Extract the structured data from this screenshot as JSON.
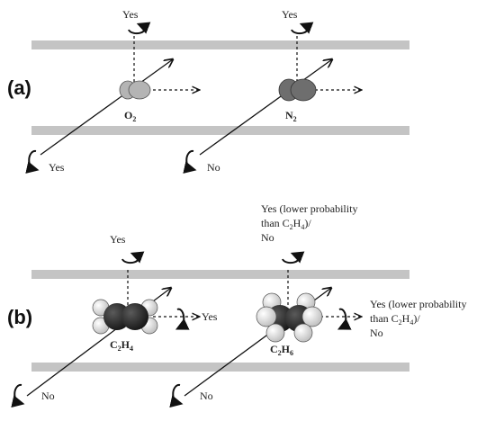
{
  "panels": {
    "a": {
      "label": "(a)"
    },
    "b": {
      "label": "(b)"
    }
  },
  "molecules": {
    "o2": {
      "name_main": "O",
      "name_sub": "2",
      "rot_vertical": "Yes",
      "rot_axial": "Yes"
    },
    "n2": {
      "name_main": "N",
      "name_sub": "2",
      "rot_vertical": "Yes",
      "rot_axial": "No"
    },
    "c2h4": {
      "name_a": "C",
      "name_sub1": "2",
      "name_b": "H",
      "name_sub2": "4",
      "rot_vertical": "Yes",
      "rot_horizontal": "Yes",
      "rot_axial": "No"
    },
    "c2h6": {
      "name_a": "C",
      "name_sub1": "2",
      "name_b": "H",
      "name_sub2": "6",
      "rot_vertical_line1": "Yes (lower probability",
      "rot_vertical_line2_a": "than C",
      "rot_vertical_line2_sub": "2",
      "rot_vertical_line2_b": "H",
      "rot_vertical_line2_sub2": "4",
      "rot_vertical_line2_c": ")/",
      "rot_vertical_line3": "No",
      "rot_horizontal_line1": "Yes (lower probability",
      "rot_horizontal_line2_a": "than C",
      "rot_horizontal_line2_sub": "2",
      "rot_horizontal_line2_b": "H",
      "rot_horizontal_line2_sub2": "4",
      "rot_horizontal_line2_c": ")/",
      "rot_horizontal_line3": "No",
      "rot_axial": "No"
    }
  },
  "colors": {
    "pore_wall": "#c4c4c4",
    "o2_atom": "#b4b4b4",
    "n2_atom": "#6e6e6e",
    "carbon": "#2c2c2c",
    "hydrogen": "#eeeeee",
    "line": "#111111"
  }
}
